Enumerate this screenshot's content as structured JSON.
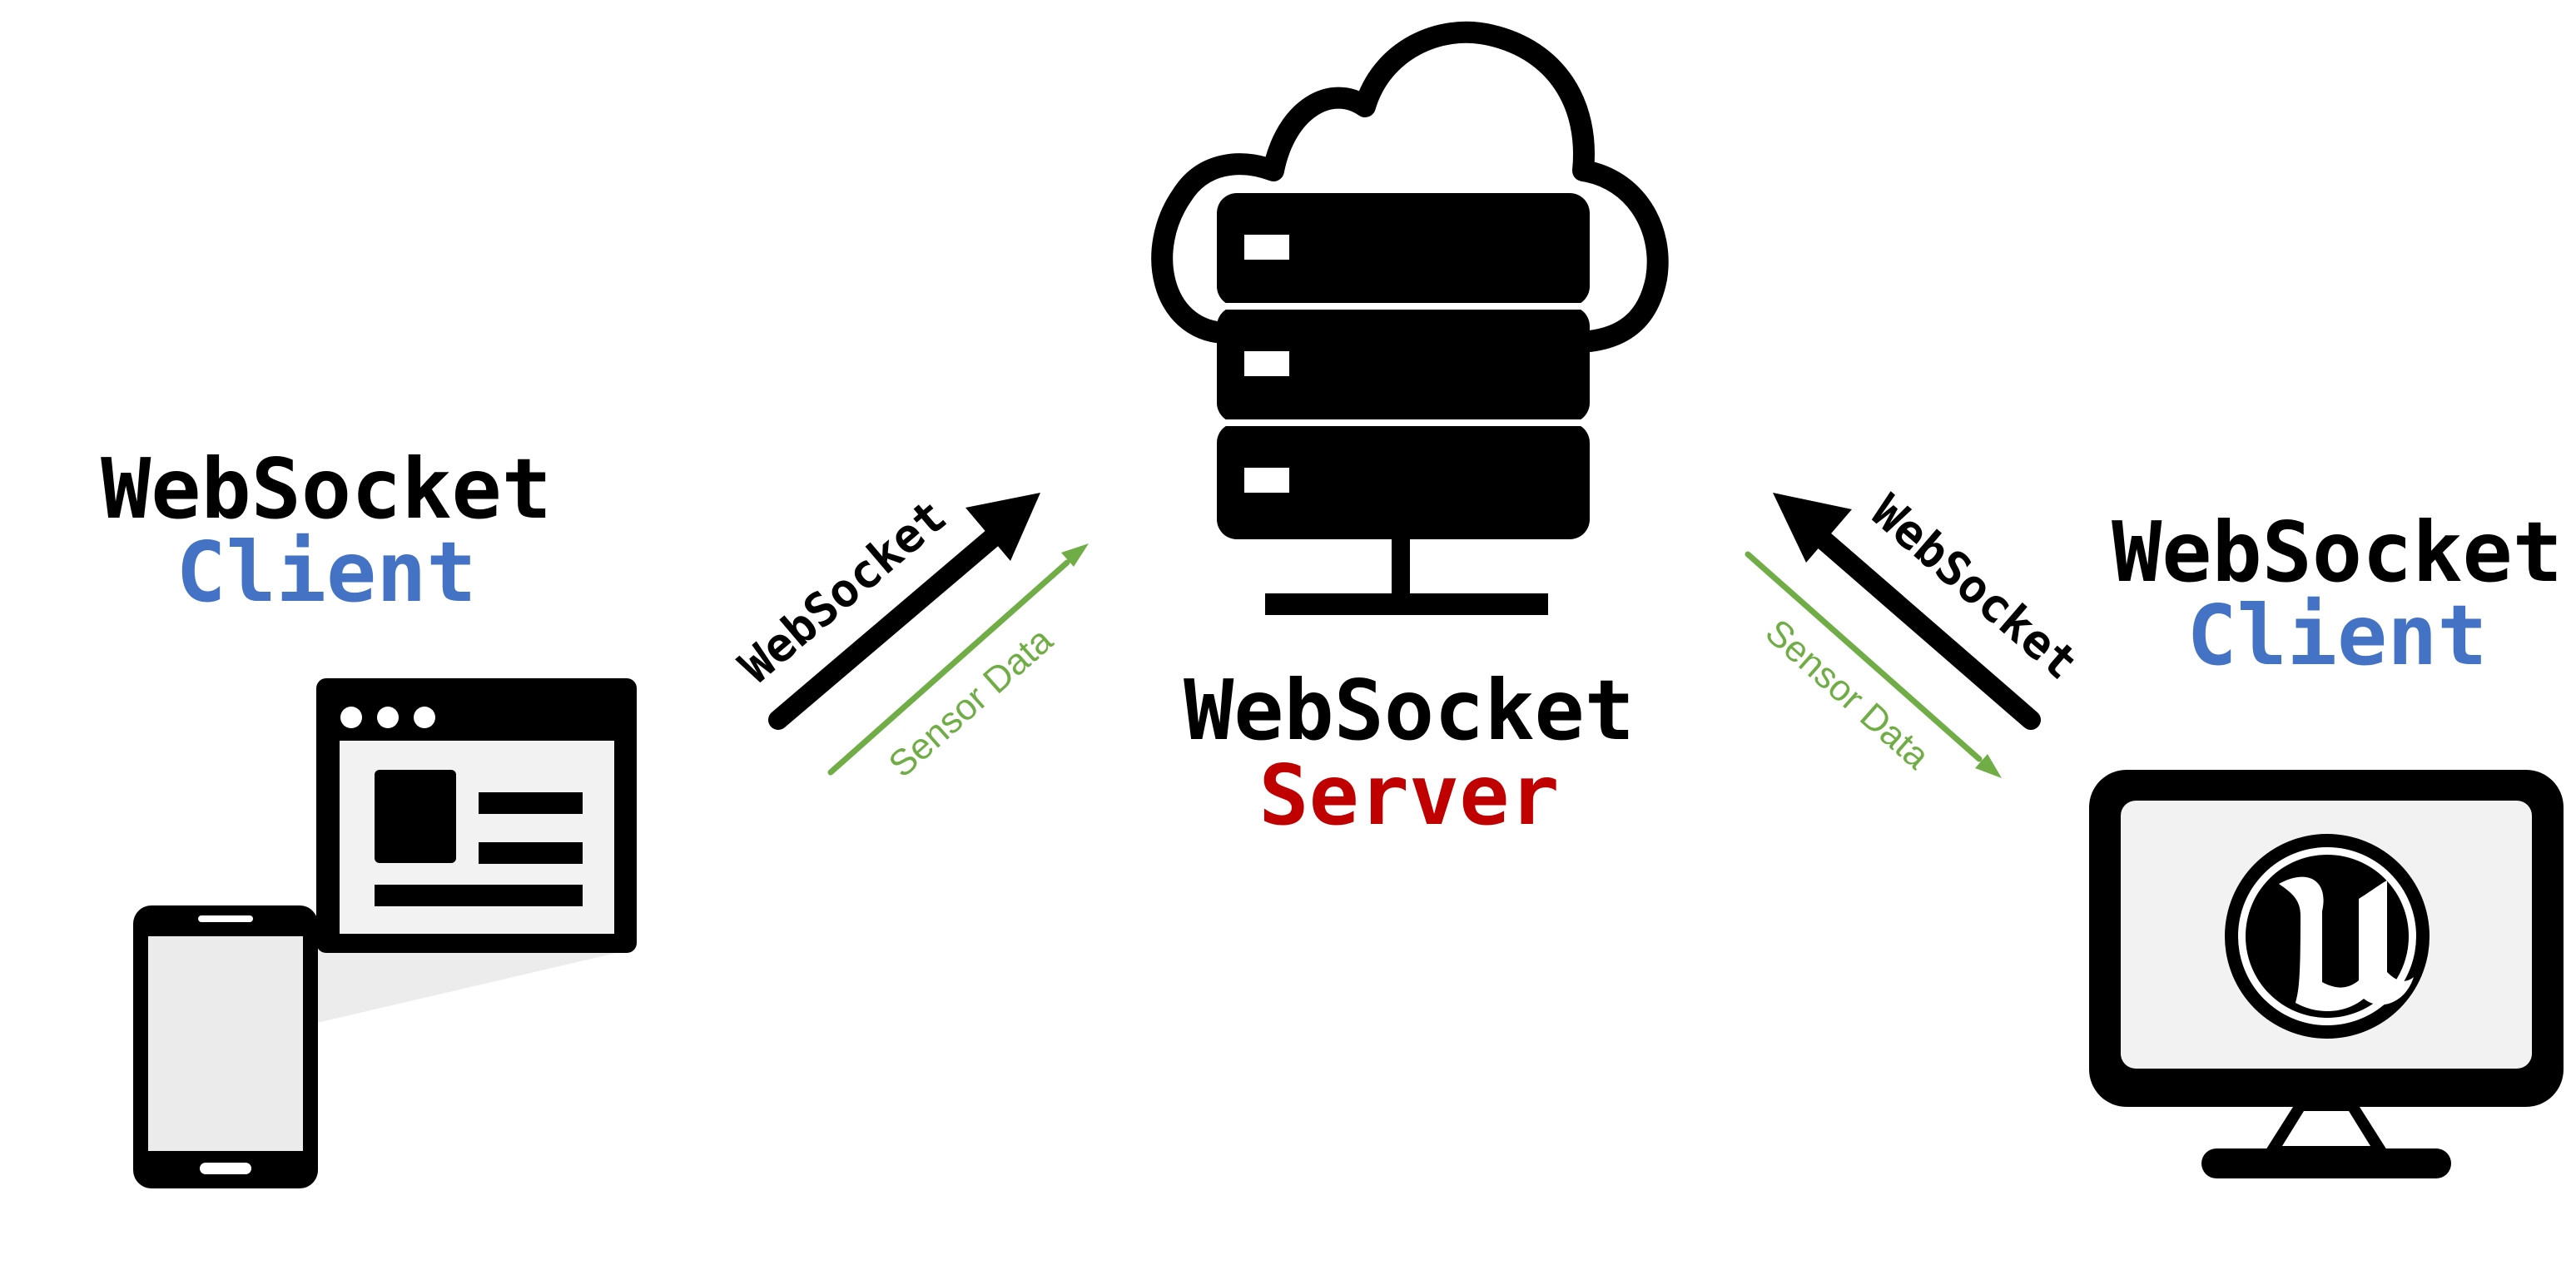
{
  "colors": {
    "black": "#000000",
    "client_blue": "#4472c4",
    "server_red": "#c00000",
    "sensor_green": "#70ad47",
    "screen_fill": "#f2f2f2"
  },
  "left_client": {
    "title_line1": "WebSocket",
    "title_line2": "Client",
    "icons": [
      "smartphone-icon",
      "browser-window-icon"
    ]
  },
  "server": {
    "title_line1": "WebSocket",
    "title_line2": "Server",
    "icons": [
      "cloud-icon",
      "server-rack-icon"
    ]
  },
  "right_client": {
    "title_line1": "WebSocket",
    "title_line2": "Client",
    "icons": [
      "monitor-icon",
      "unreal-engine-logo-icon"
    ]
  },
  "connections": {
    "left_websocket_label": "WebSocket",
    "left_sensor_label": "Sensor Data",
    "right_websocket_label": "WebSocket",
    "right_sensor_label": "Sensor Data"
  }
}
